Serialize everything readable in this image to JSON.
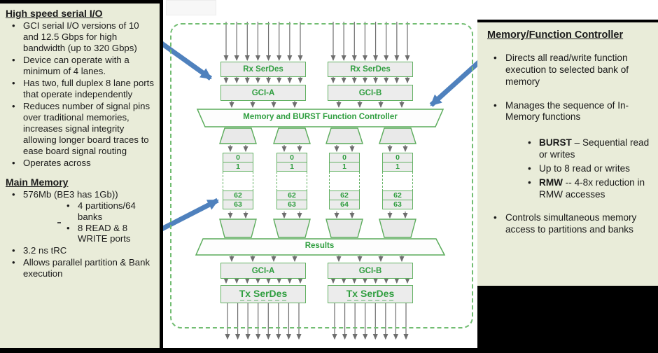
{
  "left_panel": {
    "title_io": "High speed serial I/O",
    "io_bullets": [
      "GCI serial I/O versions of 10 and 12.5 Gbps for high bandwidth (up to 320 Gbps)",
      "Device can operate with a minimum of 4 lanes.",
      "Has two, full duplex 8 lane ports that operate independently",
      "Reduces number of signal pins over traditional memories, increases signal integrity allowing longer board traces to ease board signal routing",
      "Operates across"
    ],
    "title_mem": "Main Memory",
    "mem_bullet_capacity": "576Mb (BE3 has 1Gb))",
    "mem_sub_bullets": [
      "4 partitions/64 banks",
      "8 READ &  8 WRITE ports"
    ],
    "mem_bullet_trc": "3.2 ns tRC",
    "mem_bullet_parallel": "Allows parallel partition & Bank execution"
  },
  "right_panel": {
    "title": "Memory/Function Controller",
    "bullet_directs": "Directs all read/write function execution to selected bank of memory",
    "bullet_manages": "Manages the sequence of In-Memory functions",
    "sub_bullets": [
      {
        "lead": "BURST",
        "rest": " – Sequential read or writes"
      },
      {
        "lead": "",
        "rest": "Up to 8 read or writes"
      },
      {
        "lead": "RMW",
        "rest": " -- 4-8x reduction in RMW accesses"
      }
    ],
    "bullet_controls": "Controls simultaneous memory access to partitions and banks"
  },
  "diagram": {
    "rx_serdes_a": "Rx SerDes",
    "rx_serdes_b": "Rx SerDes",
    "gci_a_top": "GCI-A",
    "gci_b_top": "GCI-B",
    "controller_label": "Memory and BURST Function Controller",
    "results_label": "Results",
    "gci_a_bottom": "GCI-A",
    "gci_b_bottom": "GCI-B",
    "tx_serdes_a": "Tx SerDes",
    "tx_serdes_b": "Tx SerDes",
    "bank_columns": [
      [
        "0",
        "1",
        "62",
        "63"
      ],
      [
        "0",
        "1",
        "62",
        "63"
      ],
      [
        "0",
        "1",
        "62",
        "64"
      ],
      [
        "0",
        "1",
        "62",
        "63"
      ]
    ]
  },
  "colors": {
    "panel_bg": "#e9ecd9",
    "diagram_green": "#63b163",
    "label_green": "#2f9e3f",
    "gray_arrow": "#6e6e6e",
    "blue_arrow": "#4f81bd",
    "black": "#000000"
  }
}
